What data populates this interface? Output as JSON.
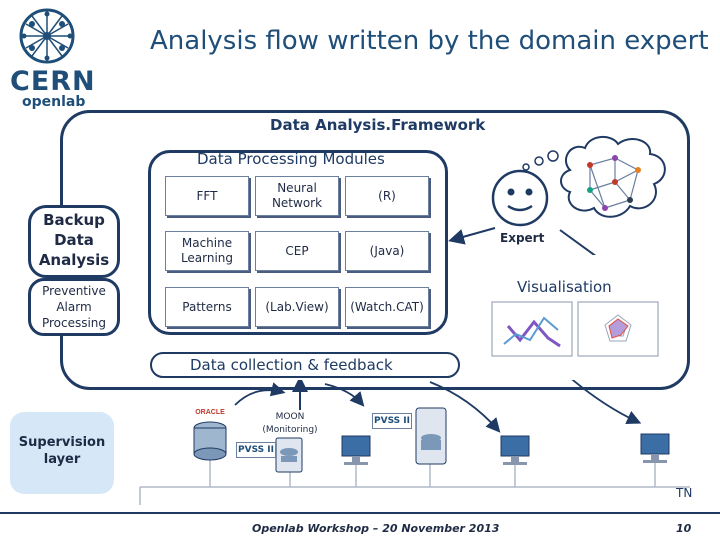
{
  "title": "Analysis flow written by the domain expert",
  "logo": {
    "cern": "CERN",
    "openlab": "openlab"
  },
  "framework_label": "Data Analysis.Framework",
  "processing_label": "Data Processing Modules",
  "modules": [
    [
      "FFT",
      "Neural Network",
      "(R)"
    ],
    [
      "Machine Learning",
      "CEP",
      "(Java)"
    ],
    [
      "Patterns",
      "(Lab.View)",
      "(Watch.CAT)"
    ]
  ],
  "backup_label": "Backup Data Analysis",
  "alarm_label": "Preventive Alarm Processing",
  "expert_label": "Expert",
  "visualisation_label": "Visualisation",
  "collection_label": "Data collection & feedback",
  "supervision_label": "Supervision layer",
  "moon_label": "MOON (Monitoring)",
  "pvss_label": "PVSS II",
  "oracle_label": "ORACLE",
  "tn_label": "TN",
  "footer": "Openlab Workshop – 20 November 2013",
  "page_number": "10"
}
